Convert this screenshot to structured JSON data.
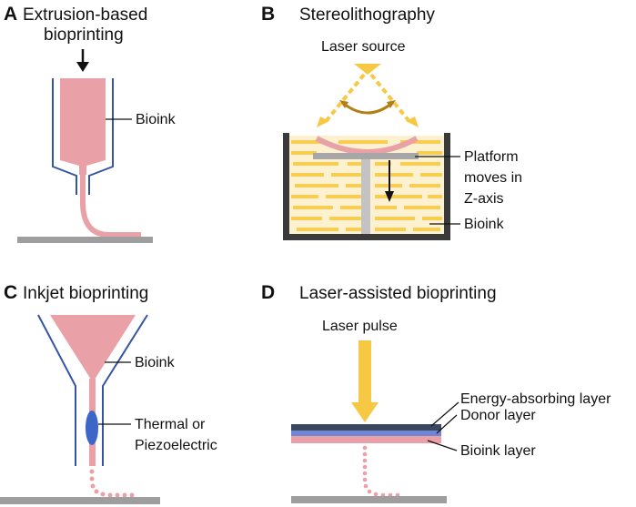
{
  "panels": {
    "a": {
      "letter": "A",
      "title_line1": "Extrusion-based",
      "title_line2": "bioprinting",
      "label_bioink": "Bioink"
    },
    "b": {
      "letter": "B",
      "title": "Stereolithography",
      "label_laser": "Laser source",
      "label_platform_1": "Platform",
      "label_platform_2": "moves in",
      "label_platform_3": "Z-axis",
      "label_bioink": "Bioink"
    },
    "c": {
      "letter": "C",
      "title": "Inkjet bioprinting",
      "label_bioink": "Bioink",
      "label_actuator_1": "Thermal or",
      "label_actuator_2": "Piezoelectric"
    },
    "d": {
      "letter": "D",
      "title": "Laser-assisted bioprinting",
      "label_pulse": "Laser pulse",
      "label_energy": "Energy-absorbing layer",
      "label_donor": "Donor layer",
      "label_bioink": "Bioink layer"
    }
  },
  "colors": {
    "bioink": "#e9a0a6",
    "nozzle_outline": "#3455a4",
    "substrate": "#9e9e9e",
    "laser_yellow": "#f7c843",
    "vat_wall": "#3a3a3a",
    "vat_fill": "#fdf1cf",
    "energy_layer": "#39485f",
    "donor_layer": "#6f86d6"
  }
}
